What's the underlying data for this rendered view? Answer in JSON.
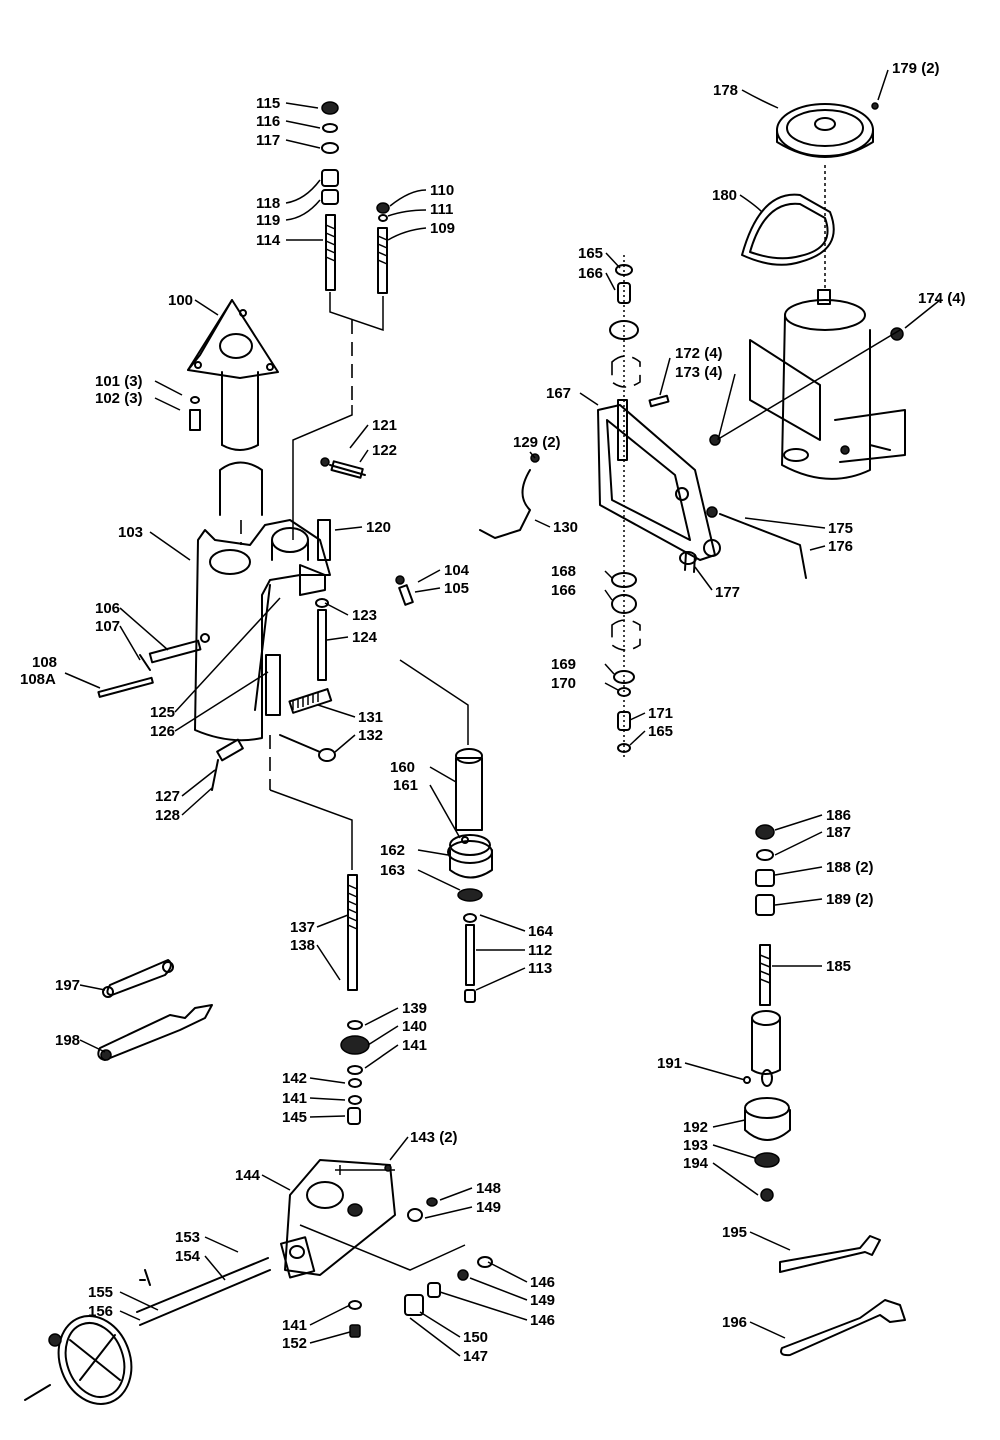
{
  "labels": {
    "l100": "100",
    "l101": "101 (3)",
    "l102": "102 (3)",
    "l103": "103",
    "l104": "104",
    "l105": "105",
    "l106": "106",
    "l107": "107",
    "l108": "108",
    "l108a": "108A",
    "l109": "109",
    "l110": "110",
    "l111": "111",
    "l112": "112",
    "l113": "113",
    "l114": "114",
    "l115": "115",
    "l116": "116",
    "l117": "117",
    "l118": "118",
    "l119": "119",
    "l120": "120",
    "l121": "121",
    "l122": "122",
    "l123": "123",
    "l124": "124",
    "l125": "125",
    "l126": "126",
    "l127": "127",
    "l128": "128",
    "l129": "129 (2)",
    "l130": "130",
    "l131": "131",
    "l132": "132",
    "l137": "137",
    "l138": "138",
    "l139": "139",
    "l140": "140",
    "l141a": "141",
    "l142": "142",
    "l141b": "141",
    "l145": "145",
    "l143": "143 (2)",
    "l144": "144",
    "l148": "148",
    "l149a": "149",
    "l153": "153",
    "l154": "154",
    "l155": "155",
    "l156": "156",
    "l146a": "146",
    "l149b": "149",
    "l146b": "146",
    "l150": "150",
    "l147": "147",
    "l141c": "141",
    "l152": "152",
    "l160": "160",
    "l161": "161",
    "l162": "162",
    "l163": "163",
    "l164": "164",
    "l165a": "165",
    "l166a": "166",
    "l167": "167",
    "l168": "168",
    "l166b": "166",
    "l169": "169",
    "l170": "170",
    "l171": "171",
    "l165b": "165",
    "l172": "172 (4)",
    "l173": "173 (4)",
    "l174": "174 (4)",
    "l175": "175",
    "l176": "176",
    "l177": "177",
    "l178": "178",
    "l179": "179 (2)",
    "l180": "180",
    "l185": "185",
    "l186": "186",
    "l187": "187",
    "l188": "188 (2)",
    "l189": "189 (2)",
    "l191": "191",
    "l192": "192",
    "l193": "193",
    "l194": "194",
    "l195": "195",
    "l196": "196",
    "l197": "197",
    "l198": "198"
  }
}
